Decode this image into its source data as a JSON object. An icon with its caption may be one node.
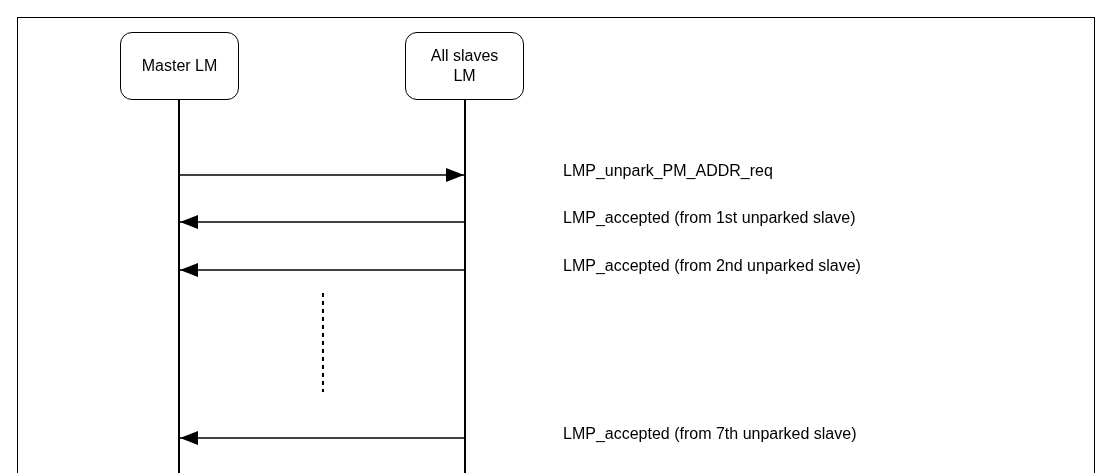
{
  "diagram": {
    "nodes": [
      {
        "text": [
          "Master LM"
        ]
      },
      {
        "text": [
          "All slaves LM"
        ]
      },
      {
        "text": [],
        "shape": "line"
      },
      {
        "text": [],
        "shape": "line"
      }
    ],
    "edges": [
      {
        "from": 2,
        "to": 3,
        "arrow": "to"
      },
      {
        "from": 3,
        "to": 2,
        "arrow": "to"
      },
      {
        "from": 3,
        "to": 2,
        "arrow": "to"
      },
      {
        "from": 3,
        "to": 2,
        "arrow": "to"
      }
    ],
    "labels": [
      "LMP_unpark_PM_ADDR_req",
      "LMP_accepted (from 1st unparked slave)",
      "LMP_accepted (from 2nd unparked slave)",
      "LMP_accepted (from 7th unparked slave)"
    ]
  }
}
